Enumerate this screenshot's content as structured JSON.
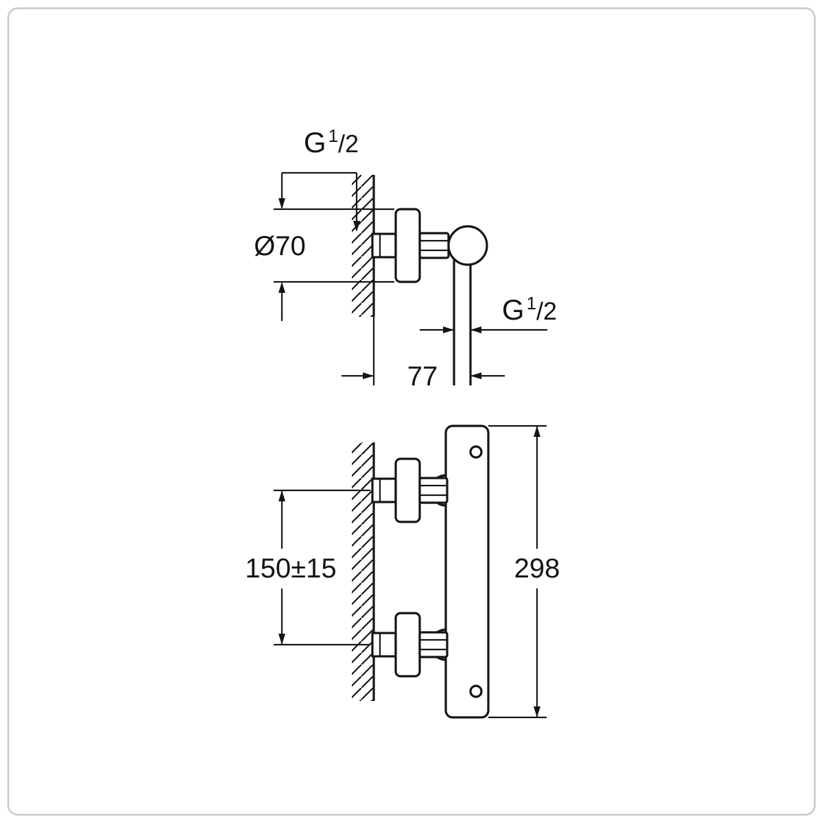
{
  "page": {
    "background": "#ffffff",
    "border_color": "#c9c9c9",
    "ink_color": "#141414"
  },
  "drawing": {
    "views": {
      "side_view": {
        "labels": {
          "inlet_thread": {
            "text": "G 1/2",
            "base": "G",
            "sup": "1",
            "rest": "/2"
          },
          "escutcheon_diameter": {
            "text": "Ø70"
          },
          "wall_offset": {
            "text": "77"
          },
          "outlet_thread": {
            "text": "G 1/2",
            "base": "G",
            "sup": "1",
            "rest": "/2"
          }
        }
      },
      "front_view": {
        "labels": {
          "connection_spacing": {
            "text": "150±15"
          },
          "body_height": {
            "text": "298"
          }
        }
      }
    }
  }
}
